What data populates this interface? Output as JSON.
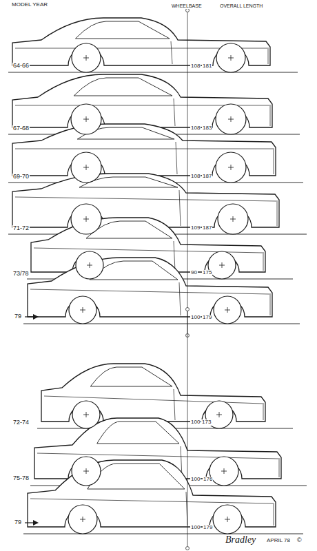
{
  "diagram": {
    "labels": [
      "MODEL YEAR",
      "WHEELBASE",
      "OVERALL LENGTH",
      "64-66",
      "108",
      "181",
      "67-68",
      "108",
      "183",
      "69-70",
      "108",
      "187",
      "71-72",
      "109",
      "187",
      "73/78",
      "90",
      "175",
      "79",
      "100",
      "179",
      "72-74",
      "100",
      "173",
      "75-78",
      "100",
      "176",
      "79",
      "100",
      "179",
      "Bradley",
      "APRIL 78",
      "©"
    ]
  }
}
